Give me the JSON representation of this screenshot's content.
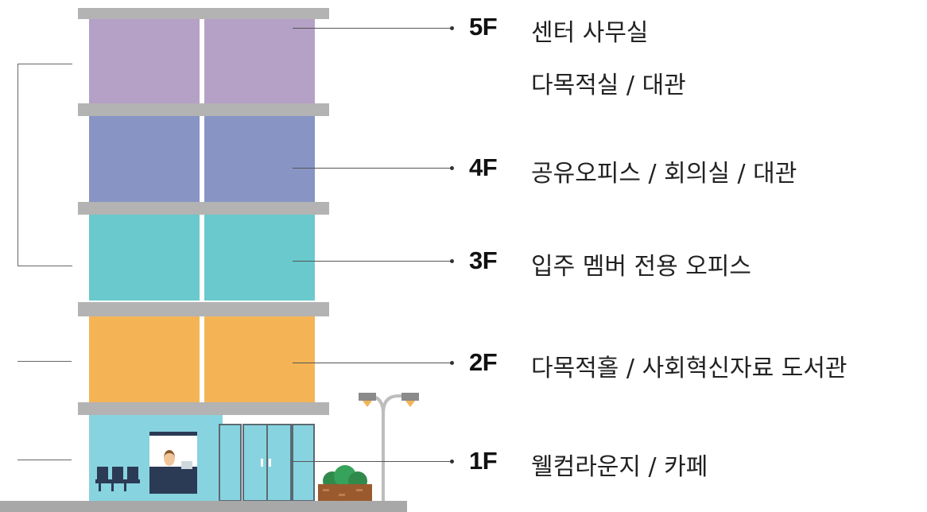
{
  "floors": [
    {
      "level": "5F",
      "lines": [
        "센터 사무실",
        "다목적실 / 대관"
      ]
    },
    {
      "level": "4F",
      "lines": [
        "공유오피스 / 회의실 / 대관"
      ]
    },
    {
      "level": "3F",
      "lines": [
        "입주 멤버 전용 오피스"
      ]
    },
    {
      "level": "2F",
      "lines": [
        "다목적홀 / 사회혁신자료 도서관"
      ]
    },
    {
      "level": "1F",
      "lines": [
        "웰컴라운지 / 카페"
      ]
    }
  ],
  "colors": {
    "floor5": "#b5a0c6",
    "floor4": "#8794c4",
    "floor3": "#69c9cc",
    "floor2": "#f4b455",
    "floor1": "#88d3e0",
    "slab": "#b3b3b3"
  }
}
